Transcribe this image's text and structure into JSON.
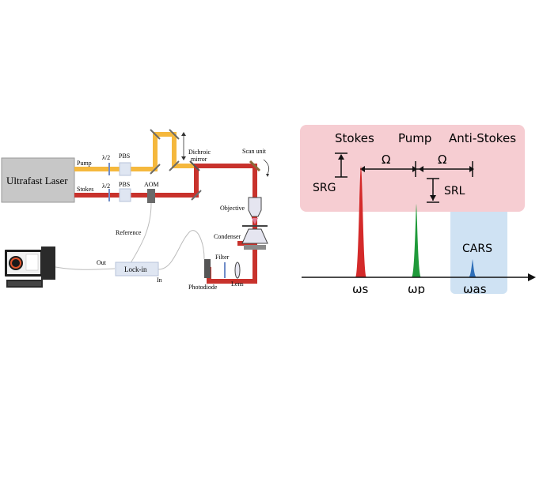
{
  "setup": {
    "laser": "Ultrafast Laser",
    "pump": "Pump",
    "stokes": "Stokes",
    "half_wave_1": "λ/2",
    "half_wave_2": "λ/2",
    "pbs_1": "PBS",
    "pbs_2": "PBS",
    "aom": "AOM",
    "dichroic_line1": "Dichroic",
    "dichroic_line2": "mirror",
    "scan_unit": "Scan unit",
    "objective": "Objective",
    "condenser": "Condenser",
    "filter": "Filter",
    "lens": "Lens",
    "photodiode": "Photodiode",
    "reference": "Reference",
    "lock_in": "Lock-in",
    "out": "Out",
    "in": "In"
  },
  "spectrum": {
    "stokes": "Stokes",
    "pump": "Pump",
    "anti_stokes": "Anti-Stokes",
    "omega_1": "Ω",
    "omega_2": "Ω",
    "srg": "SRG",
    "srl": "SRL",
    "cars": "CARS",
    "ws": "ωs",
    "wp": "ωp",
    "was": "ωas"
  },
  "colors": {
    "pump_beam": "#f5b83d",
    "stokes_beam": "#c8322c",
    "pink_region": "#f6cdd2",
    "blue_region": "#cfe2f3",
    "stokes_peak": "#d42a2a",
    "pump_peak": "#1f9a3a",
    "cars_peak": "#2f6fb8"
  }
}
